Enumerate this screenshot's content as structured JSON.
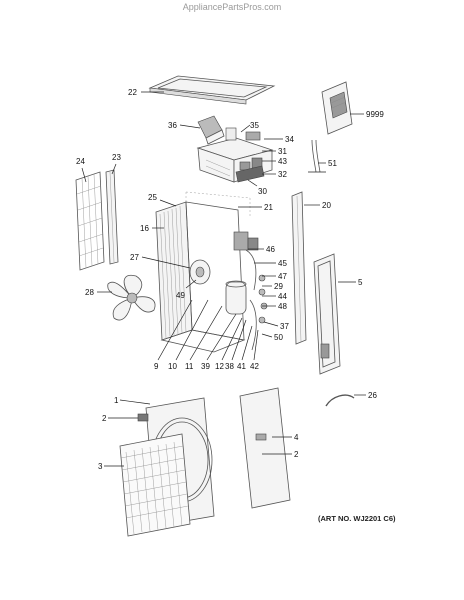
{
  "watermark": "AppliancePartsPros.com",
  "art_number": "(ART NO. WJ2201 C6)",
  "callouts": [
    {
      "id": "c22",
      "label": "22"
    },
    {
      "id": "c9999",
      "label": "9999"
    },
    {
      "id": "c36",
      "label": "36"
    },
    {
      "id": "c35",
      "label": "35"
    },
    {
      "id": "c34",
      "label": "34"
    },
    {
      "id": "c31",
      "label": "31"
    },
    {
      "id": "c43",
      "label": "43"
    },
    {
      "id": "c51",
      "label": "51"
    },
    {
      "id": "c32",
      "label": "32"
    },
    {
      "id": "c30",
      "label": "30"
    },
    {
      "id": "c24",
      "label": "24"
    },
    {
      "id": "c23",
      "label": "23"
    },
    {
      "id": "c25",
      "label": "25"
    },
    {
      "id": "c21",
      "label": "21"
    },
    {
      "id": "c20",
      "label": "20"
    },
    {
      "id": "c16",
      "label": "16"
    },
    {
      "id": "c46",
      "label": "46"
    },
    {
      "id": "c45",
      "label": "45"
    },
    {
      "id": "c27",
      "label": "27"
    },
    {
      "id": "c47",
      "label": "47"
    },
    {
      "id": "c29",
      "label": "29"
    },
    {
      "id": "c5",
      "label": "5"
    },
    {
      "id": "c28",
      "label": "28"
    },
    {
      "id": "c49",
      "label": "49"
    },
    {
      "id": "c44",
      "label": "44"
    },
    {
      "id": "c48",
      "label": "48"
    },
    {
      "id": "c37",
      "label": "37"
    },
    {
      "id": "c50",
      "label": "50"
    },
    {
      "id": "c9",
      "label": "9"
    },
    {
      "id": "c10",
      "label": "10"
    },
    {
      "id": "c11",
      "label": "11"
    },
    {
      "id": "c39",
      "label": "39"
    },
    {
      "id": "c12",
      "label": "12"
    },
    {
      "id": "c38",
      "label": "38"
    },
    {
      "id": "c41",
      "label": "41"
    },
    {
      "id": "c42",
      "label": "42"
    },
    {
      "id": "c26",
      "label": "26"
    },
    {
      "id": "c1",
      "label": "1"
    },
    {
      "id": "c2a",
      "label": "2"
    },
    {
      "id": "c4",
      "label": "4"
    },
    {
      "id": "c2b",
      "label": "2"
    },
    {
      "id": "c3",
      "label": "3"
    }
  ]
}
